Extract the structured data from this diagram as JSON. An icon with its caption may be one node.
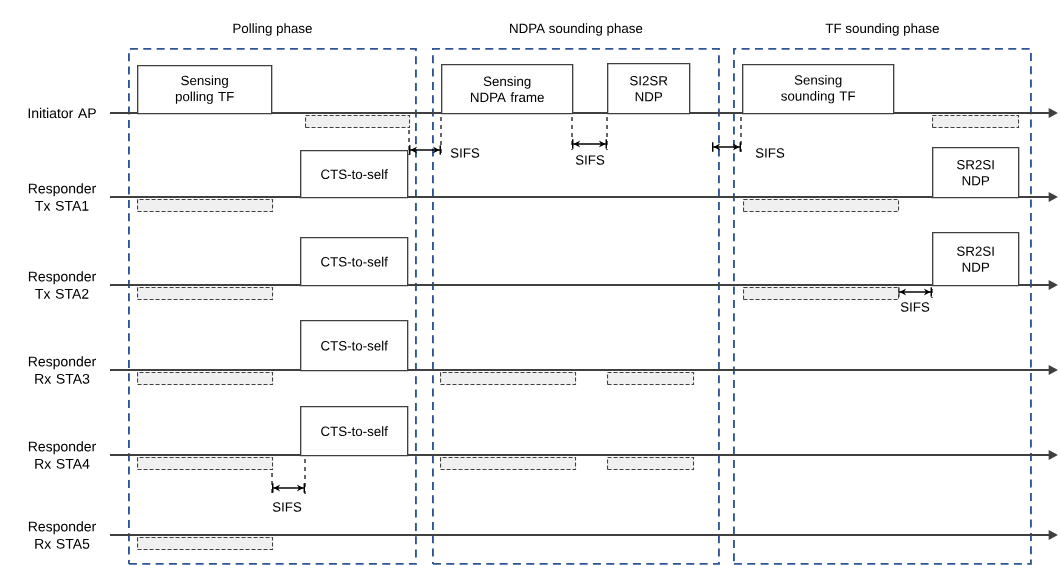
{
  "diagram": {
    "nodes": [
      {
        "text": [
          "Polling phase"
        ]
      },
      {
        "text": [
          "NDPA sounding phase"
        ]
      },
      {
        "text": [
          "TF sounding phase"
        ]
      },
      {
        "text": [
          "Sensing polling TF"
        ],
        "in": 0
      },
      {
        "text": [
          "CTS-to-self"
        ],
        "in": 0
      },
      {
        "text": [
          "CTS-to-self"
        ],
        "in": 0
      },
      {
        "text": [
          "CTS-to-self"
        ],
        "in": 0
      },
      {
        "text": [
          "CTS-to-self"
        ],
        "in": 0
      },
      {
        "text": [
          "Sensing NDPA frame"
        ],
        "in": 1
      },
      {
        "text": [
          "SI2SR NDP"
        ],
        "in": 1
      },
      {
        "text": [
          "Sensing sounding TF"
        ],
        "in": 2
      },
      {
        "text": [
          "SR2SI NDP"
        ],
        "in": 2
      },
      {
        "text": [
          "SR2SI NDP"
        ],
        "in": 2
      },
      {
        "text": [],
        "shape": "box",
        "in": 0
      },
      {
        "text": [],
        "shape": "box",
        "in": 0
      },
      {
        "text": [],
        "shape": "box",
        "in": 0
      },
      {
        "text": [],
        "shape": "box",
        "in": 0
      },
      {
        "text": [],
        "shape": "box",
        "in": 0
      },
      {
        "text": [],
        "shape": "box",
        "in": 0
      },
      {
        "text": [],
        "shape": "box",
        "in": 1
      },
      {
        "text": [],
        "shape": "box",
        "in": 1
      },
      {
        "text": [],
        "shape": "box",
        "in": 1
      },
      {
        "text": [],
        "shape": "box",
        "in": 1
      },
      {
        "text": [],
        "shape": "box",
        "in": 2
      },
      {
        "text": [],
        "shape": "box",
        "in": 2
      },
      {
        "text": [],
        "shape": "box",
        "in": 2
      }
    ],
    "labels": [
      "Initiator AP",
      "Responder Tx STA1",
      "Responder Tx STA2",
      "Responder Rx STA3",
      "Responder Rx STA4",
      "Responder Rx STA5",
      "SIFS",
      "SIFS",
      "SIFS",
      "SIFS",
      "SIFS"
    ]
  }
}
